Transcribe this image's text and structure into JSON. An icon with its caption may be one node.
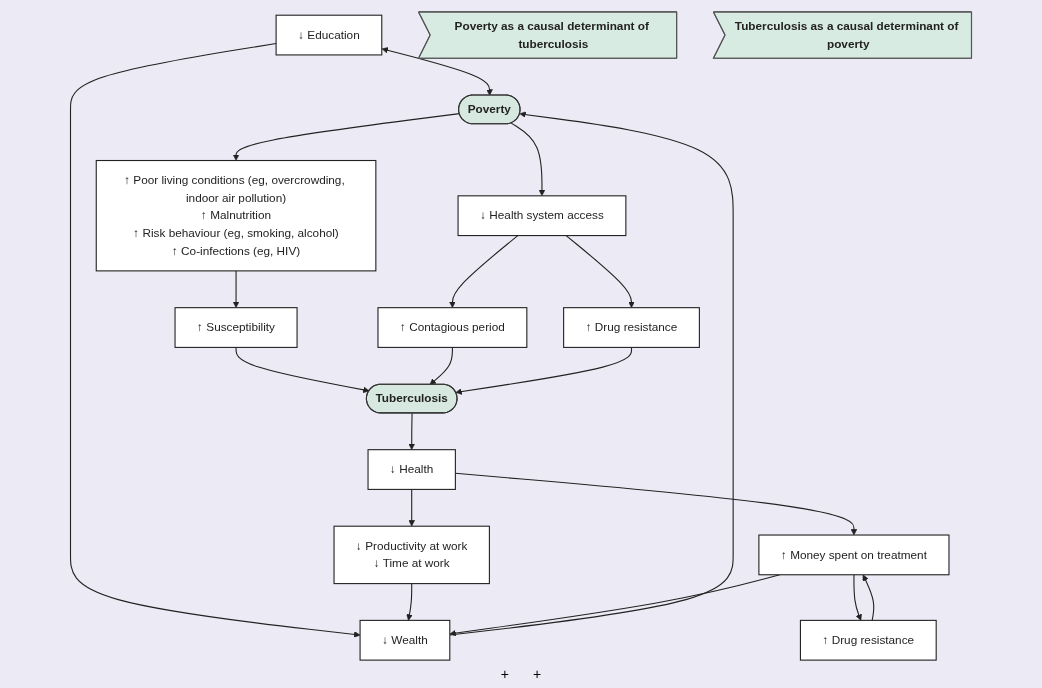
{
  "diagram": {
    "nodes": [
      {
        "text": [
          "Poverty as a causal determinant of tuberculosis"
        ]
      },
      {
        "text": [
          "↓ Education"
        ]
      },
      {
        "text": [
          "↑ Poor living conditions (eg, overcrowding, indoor air pollution)",
          "↑ Malnutrition",
          "↑ Risk behaviour (eg, smoking, alcohol)",
          "↑ Co-infections (eg, HIV)"
        ]
      },
      {
        "text": [
          "↑ Susceptibility"
        ]
      },
      {
        "text": [
          "↑ Contagious period"
        ]
      },
      {
        "text": [
          "↑ Drug resistance"
        ]
      },
      {
        "text": [
          "Poverty"
        ]
      },
      {
        "text": [
          "↓ Health system access"
        ]
      },
      {
        "text": [
          "Tuberculosis"
        ]
      },
      {
        "text": [
          "↓ Productivity at work",
          "↓ Time at work"
        ]
      },
      {
        "text": [
          "↓ Wealth"
        ]
      },
      {
        "text": [
          "↓ Health"
        ]
      },
      {
        "text": [
          "↑ Money spent on treatment"
        ]
      },
      {
        "text": [
          "↑ Drug resistance"
        ]
      },
      {
        "text": [
          "Tuberculosis as a causal determinant of poverty"
        ]
      }
    ],
    "edges": [
      {
        "from": 1,
        "to": 6,
        "arrow": "both"
      },
      {
        "from": 10,
        "to": 6,
        "arrow": "to"
      },
      {
        "from": 1,
        "to": 10,
        "arrow": "to"
      },
      {
        "from": 6,
        "to": 2,
        "arrow": "to"
      },
      {
        "from": 6,
        "to": 7,
        "arrow": "to"
      },
      {
        "from": 2,
        "to": 3,
        "arrow": "to"
      },
      {
        "from": 7,
        "to": 4,
        "arrow": "to"
      },
      {
        "from": 7,
        "to": 5,
        "arrow": "to"
      },
      {
        "from": 3,
        "to": 8,
        "arrow": "to"
      },
      {
        "from": 4,
        "to": 8,
        "arrow": "to"
      },
      {
        "from": 5,
        "to": 8,
        "arrow": "to"
      },
      {
        "from": 8,
        "to": 11,
        "arrow": "to"
      },
      {
        "from": 11,
        "to": 9,
        "arrow": "to"
      },
      {
        "from": 11,
        "to": 12,
        "arrow": "to"
      },
      {
        "from": 9,
        "to": 10,
        "arrow": "to"
      },
      {
        "from": 12,
        "to": 10,
        "arrow": "to"
      },
      {
        "from": 12,
        "to": 13,
        "arrow": "to"
      },
      {
        "from": 13,
        "to": 12,
        "arrow": "to"
      }
    ],
    "labels": [
      "+",
      "+"
    ]
  }
}
